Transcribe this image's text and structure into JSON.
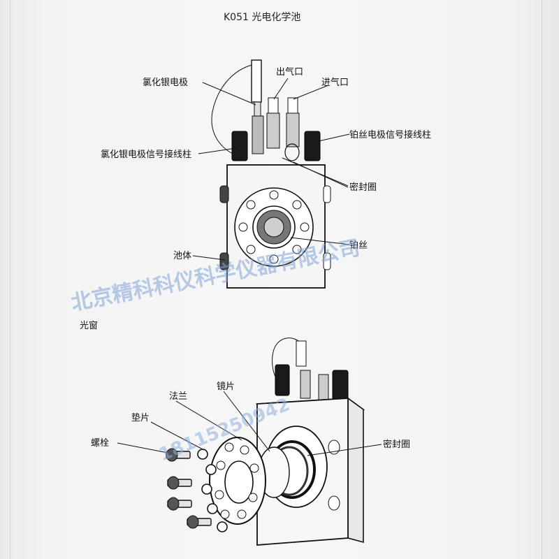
{
  "title": "K051 光电化学池",
  "top_diagram": {
    "labels": {
      "agcl_electrode": "氯化银电极",
      "gas_outlet": "出气口",
      "gas_inlet": "进气口",
      "pt_wire_terminal": "铂丝电极信号接线柱",
      "agcl_terminal": "氯化银电极信号接线柱",
      "seal_ring": "密封圈",
      "cell_body": "池体",
      "pt_wire": "铂丝"
    }
  },
  "section_label": "光窗",
  "bottom_diagram": {
    "labels": {
      "lens": "镜片",
      "flange": "法兰",
      "gasket": "垫片",
      "bolt": "螺栓",
      "seal_ring": "密封圈"
    }
  },
  "watermark": {
    "company": "北京精科科仪科学仪器有限公司",
    "phone": "18115250942"
  }
}
